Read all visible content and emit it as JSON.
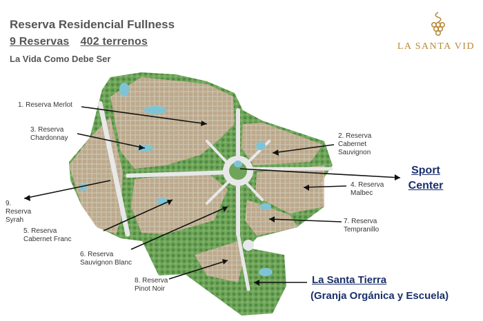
{
  "header": {
    "title": "Reserva Residencial Fullness",
    "reservas": "9 Reservas",
    "terrenos": "402 terrenos",
    "slogan": "La Vida Como Debe Ser"
  },
  "brand": {
    "name": "LA SANTA VID",
    "icon": "grape-cluster-icon",
    "color": "#b8893a"
  },
  "labels": {
    "merlot": "1. Reserva Merlot",
    "cabernet_sauv_1": "2. Reserva",
    "cabernet_sauv_2": "Cabernet",
    "cabernet_sauv_3": "Sauvignon",
    "chardonnay_1": "3. Reserva",
    "chardonnay_2": "Chardonnay",
    "malbec_1": "4. Reserva",
    "malbec_2": "Malbec",
    "cab_franc_1": "5. Reserva",
    "cab_franc_2": "Cabernet Franc",
    "sauv_blanc_1": "6. Reserva",
    "sauv_blanc_2": "Sauvignon Blanc",
    "tempranillo_1": "7. Reserva",
    "tempranillo_2": "Tempranillo",
    "pinot_1": "8. Reserva",
    "pinot_2": "Pinot Noir",
    "syrah_1": "9.",
    "syrah_2": "Reserva",
    "syrah_3": "Syrah"
  },
  "sport_center": {
    "line1": "Sport",
    "line2": "Center"
  },
  "santa_tierra": {
    "title": "La Santa Tierra",
    "subtitle": "(Granja Orgánica y Escuela)"
  },
  "colors": {
    "text_header": "#555555",
    "callout": "#1a2f6b",
    "vegetation": "#6fa55a",
    "lots": "#c8bfb0",
    "road": "#e6e6e6",
    "water": "#7fc4d6"
  }
}
